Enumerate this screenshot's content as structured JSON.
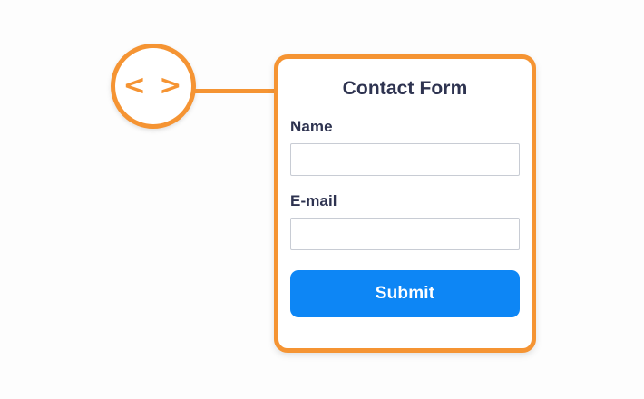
{
  "colors": {
    "accent_orange": "#f59433",
    "title_navy": "#2e3350",
    "submit_blue": "#0d86f5",
    "input_border": "#c8ccd4",
    "canvas_background": "#fdfdfd"
  },
  "node": {
    "icon_name": "code-brackets-icon",
    "glyph": "< >"
  },
  "card": {
    "title": "Contact Form",
    "fields": [
      {
        "label": "Name",
        "value": "",
        "placeholder": ""
      },
      {
        "label": "E-mail",
        "value": "",
        "placeholder": ""
      }
    ],
    "submit_label": "Submit"
  }
}
